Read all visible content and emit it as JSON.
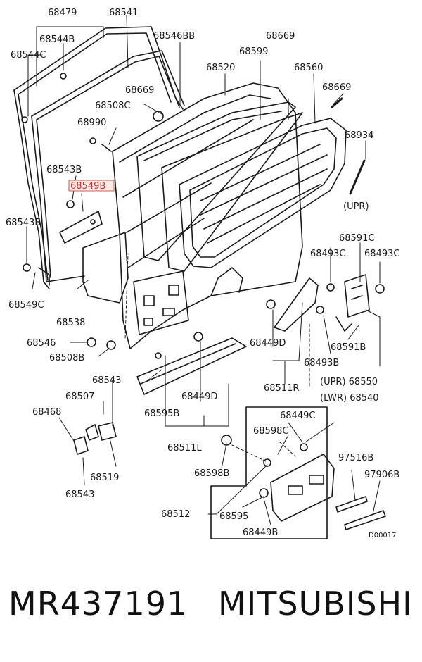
{
  "labels": {
    "l68479": "68479",
    "l68541": "68541",
    "l68544b": "68544B",
    "l68544c": "68544C",
    "l68546bb": "68546BB",
    "l68669a": "68669",
    "l68599": "68599",
    "l68520": "68520",
    "l68560": "68560",
    "l68669b": "68669",
    "l68669c": "68669",
    "l68508c": "68508C",
    "l68990": "68990",
    "l68934": "68934",
    "l68543b_a": "68543B",
    "l68549b_hl": "68549B",
    "l68543b_b": "68543B",
    "l68549c": "68549C",
    "l68538": "68538",
    "l68546": "68546",
    "l68508b": "68508B",
    "l68543": "68543",
    "l68507": "68507",
    "l68468": "68468",
    "l68519": "68519",
    "l68543_b": "68543",
    "l68595b": "68595B",
    "l68449d_a": "68449D",
    "l68511l": "68511L",
    "l68449d_b": "68449D",
    "l68511r": "68511R",
    "l_upr1": "(UPR)",
    "l68591c": "68591C",
    "l68493c_a": "68493C",
    "l68493c_b": "68493C",
    "l68591b": "68591B",
    "l68493b": "68493B",
    "l_upr2": "(UPR) 68550",
    "l_lwr": "(LWR) 68540",
    "l68449c": "68449C",
    "l68598c": "68598C",
    "l97516b": "97516B",
    "l68598b": "68598B",
    "l97906b": "97906B",
    "l68512": "68512",
    "l68595": "68595",
    "l68449b": "68449B",
    "code": "D00017"
  },
  "footer": {
    "part_number": "MR437191",
    "brand": "MITSUBISHI"
  }
}
